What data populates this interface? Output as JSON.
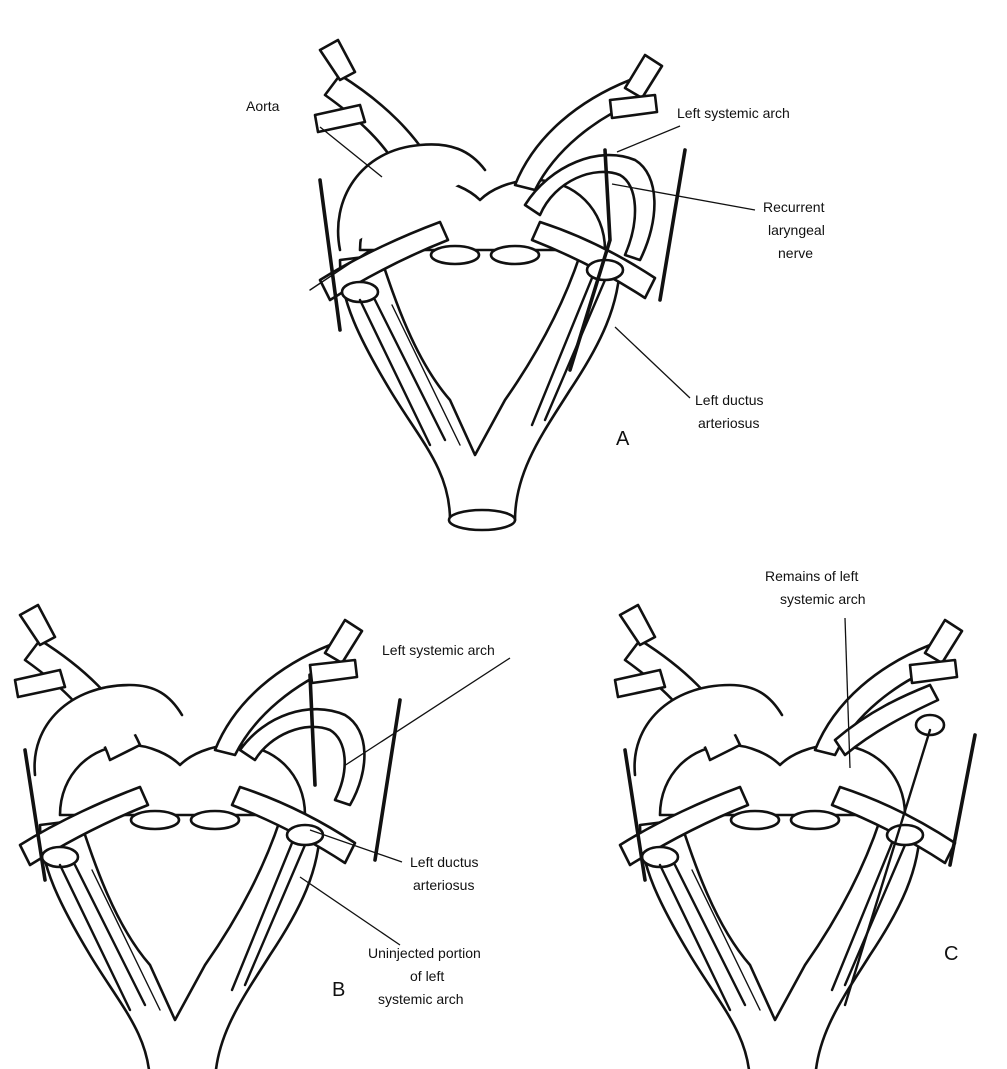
{
  "panels": [
    {
      "letter": "A",
      "labels": {
        "aorta": "Aorta",
        "left_systemic_arch": "Left systemic arch",
        "recurrent_laryngeal_nerve": [
          "Recurrent",
          "laryngeal",
          "nerve"
        ],
        "left_ductus_arteriosus": [
          "Left ductus",
          "arteriosus"
        ]
      }
    },
    {
      "letter": "B",
      "labels": {
        "left_systemic_arch": "Left systemic arch",
        "left_ductus_arteriosus": [
          "Left ductus",
          "arteriosus"
        ],
        "uninjected_portion": [
          "Uninjected portion",
          "of left",
          "systemic arch"
        ]
      }
    },
    {
      "letter": "C",
      "labels": {
        "remains_of_left_systemic_arch": [
          "Remains of left",
          "systemic arch"
        ]
      }
    }
  ]
}
